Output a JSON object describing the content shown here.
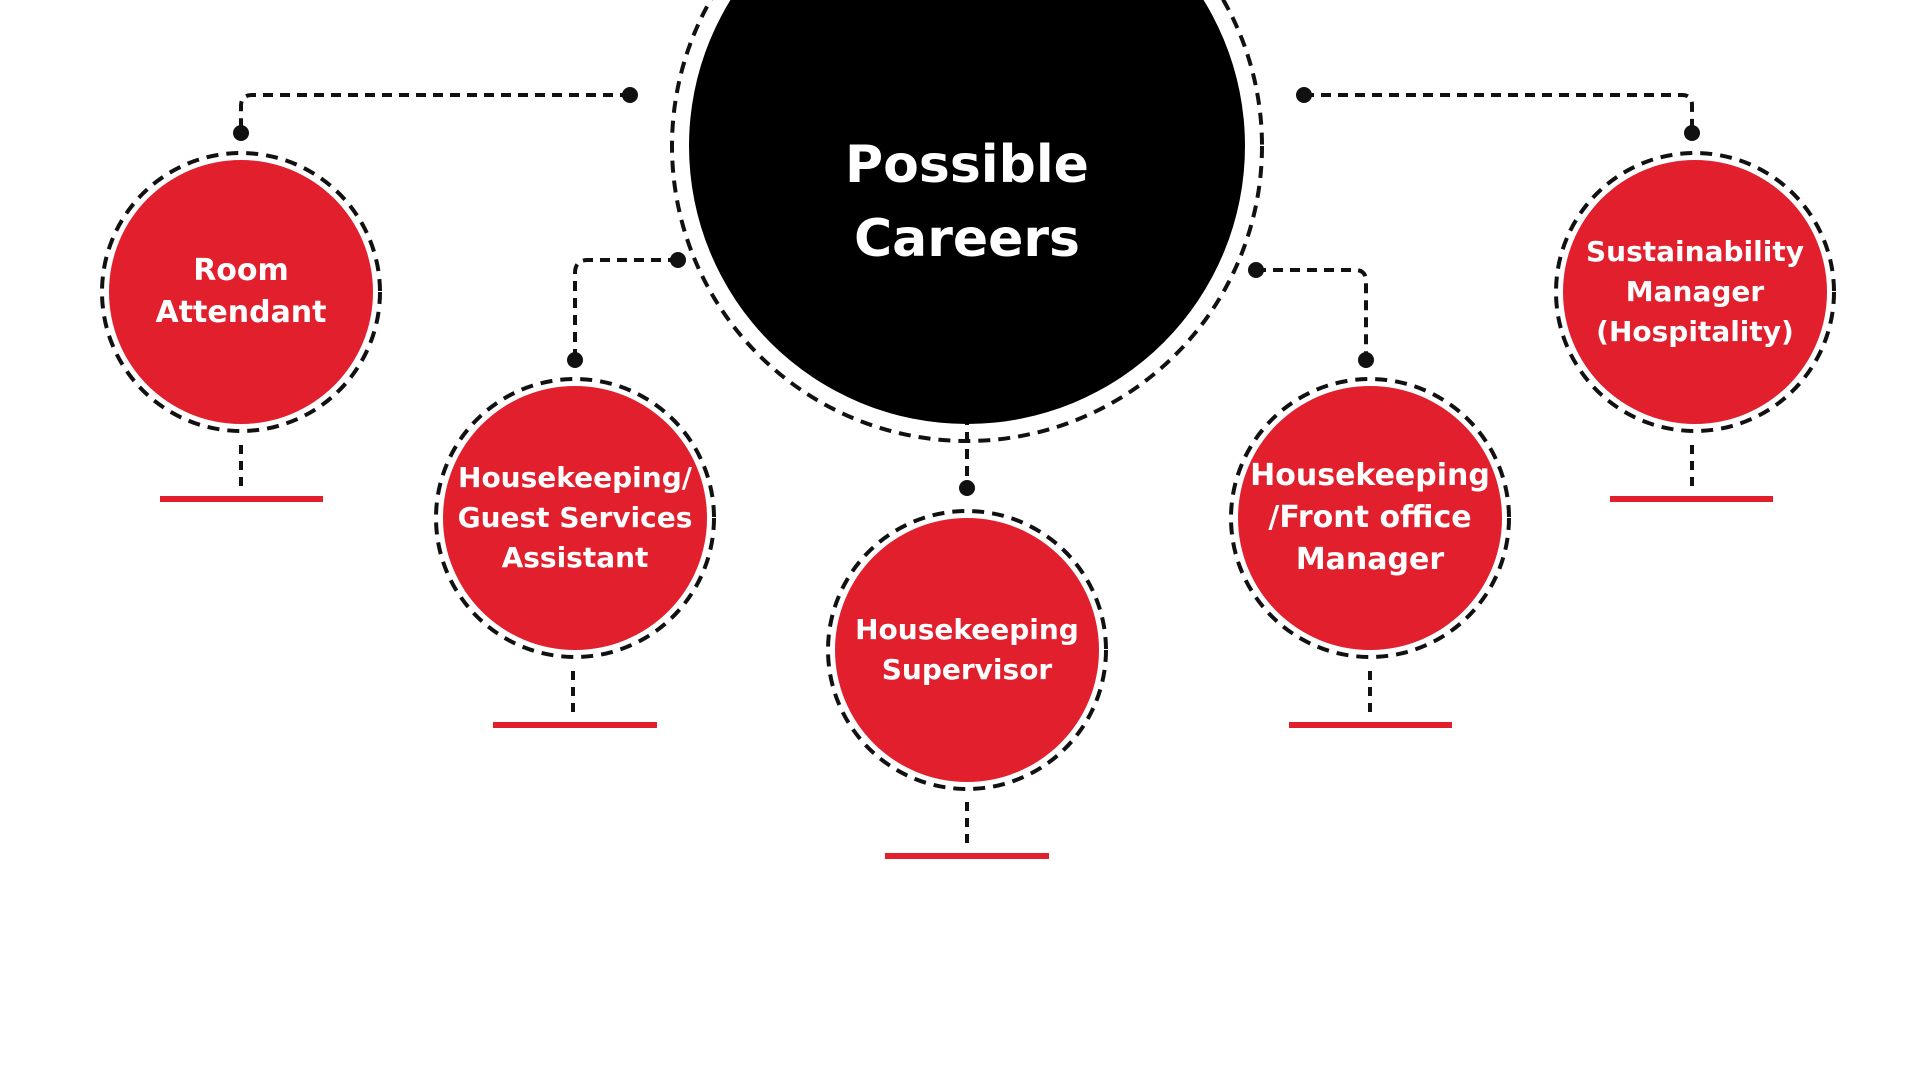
{
  "diagram": {
    "center": {
      "label_line1": "Possible",
      "label_line2": "Careers"
    },
    "nodes": [
      {
        "id": "room-attendant",
        "line1": "Room",
        "line2": "Attendant",
        "line3": ""
      },
      {
        "id": "housekeeping-guest-services-assistant",
        "line1": "Housekeeping/",
        "line2": "Guest Services",
        "line3": "Assistant"
      },
      {
        "id": "housekeeping-supervisor",
        "line1": "Housekeeping",
        "line2": "Supervisor",
        "line3": ""
      },
      {
        "id": "housekeeping-front-office-manager",
        "line1": "Housekeeping",
        "line2": "/Front office",
        "line3": "Manager"
      },
      {
        "id": "sustainability-manager-hospitality",
        "line1": "Sustainability",
        "line2": "Manager",
        "line3": "(Hospitality)"
      }
    ]
  },
  "colors": {
    "accent_red": "#e11f2d",
    "center_fill": "#000000",
    "connector": "#111111",
    "text_on_shape": "#ffffff"
  }
}
